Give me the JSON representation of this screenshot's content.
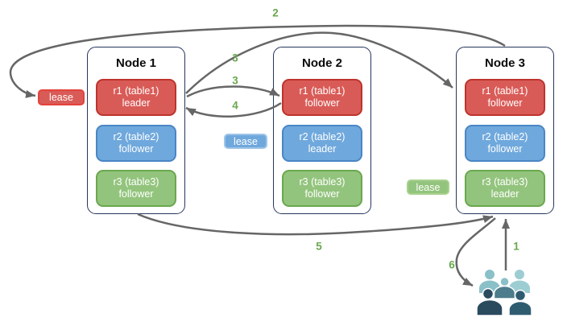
{
  "nodes": [
    {
      "title": "Node 1",
      "replicas": [
        {
          "line1": "r1 (table1)",
          "line2": "leader",
          "color": "red"
        },
        {
          "line1": "r2 (table2)",
          "line2": "follower",
          "color": "blue"
        },
        {
          "line1": "r3 (table3)",
          "line2": "follower",
          "color": "green"
        }
      ]
    },
    {
      "title": "Node 2",
      "replicas": [
        {
          "line1": "r1 (table1)",
          "line2": "follower",
          "color": "red"
        },
        {
          "line1": "r2 (table2)",
          "line2": "leader",
          "color": "blue"
        },
        {
          "line1": "r3 (table3)",
          "line2": "follower",
          "color": "green"
        }
      ]
    },
    {
      "title": "Node 3",
      "replicas": [
        {
          "line1": "r1 (table1)",
          "line2": "follower",
          "color": "red"
        },
        {
          "line1": "r2 (table2)",
          "line2": "follower",
          "color": "blue"
        },
        {
          "line1": "r3 (table3)",
          "line2": "leader",
          "color": "green"
        }
      ]
    }
  ],
  "leases": {
    "red": "lease",
    "blue": "lease",
    "green": "lease"
  },
  "steps": {
    "s1": "1",
    "s2": "2",
    "s3a": "3",
    "s3b": "3",
    "s4": "4",
    "s5": "5",
    "s6": "6"
  },
  "icons": {
    "clients": "users-group-icon"
  },
  "colors": {
    "replica_red_fill": "#d95b57",
    "replica_red_border": "#bd342d",
    "replica_blue_fill": "#6fa8dc",
    "replica_blue_border": "#4a86c6",
    "replica_green_fill": "#93c47d",
    "replica_green_border": "#6aa84f",
    "lease_red_border": "#e4423b",
    "lease_blue_border": "#9fc5e8",
    "lease_green_border": "#a9d18e",
    "node_border": "#26365c",
    "arrow_gray": "#666666",
    "step_label_green": "#6aa84f",
    "people_light_teal": "#8ac0c8",
    "people_lighter_teal": "#9ccdd3",
    "people_mid_teal": "#4d7c8c",
    "people_dark_navy": "#2a4a5e",
    "people_dark_teal": "#305c70"
  }
}
